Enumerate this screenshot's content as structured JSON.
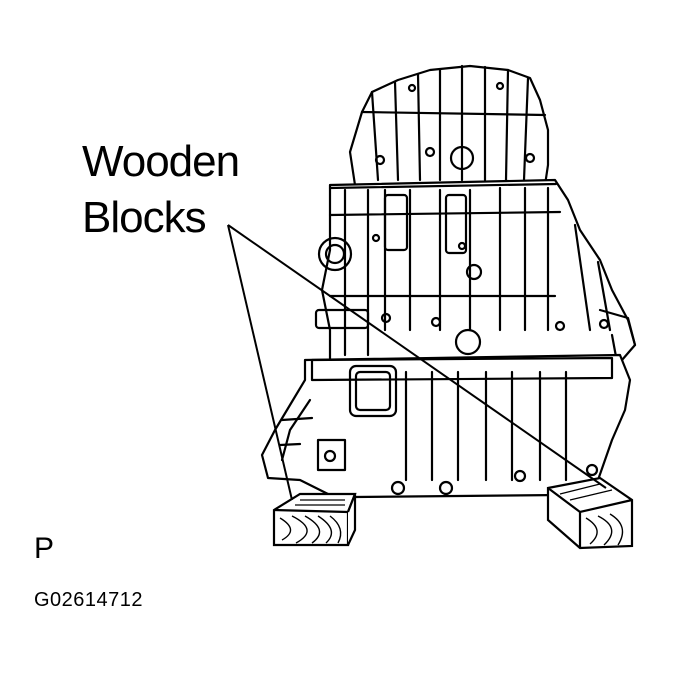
{
  "callout": {
    "line1": "Wooden",
    "line2": "Blocks"
  },
  "panel_letter": "P",
  "figure_code": "G02614712",
  "colors": {
    "ink": "#000000",
    "paper": "#ffffff"
  },
  "illustration": {
    "subject_icon": "transaxle-icon",
    "block_icon": "wooden-block-icon"
  }
}
